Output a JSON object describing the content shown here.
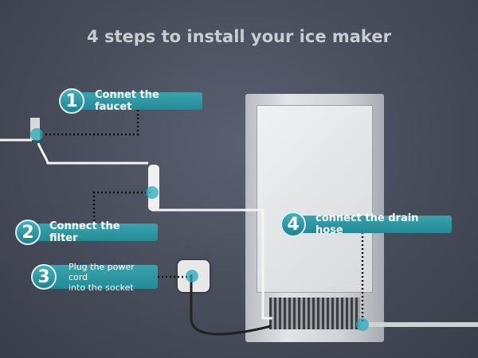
{
  "title": "4 steps to install your ice maker",
  "steps": [
    {
      "number": "1",
      "label": "Connet the faucet"
    },
    {
      "number": "2",
      "label": "Connect the filter"
    },
    {
      "number": "3",
      "label_line1": "Plug the power cord",
      "label_line2": "into the socket"
    },
    {
      "number": "4",
      "label": "connect the drain hose"
    }
  ],
  "colors": {
    "accent": "#2a9aa6",
    "background": "#474c5a"
  }
}
